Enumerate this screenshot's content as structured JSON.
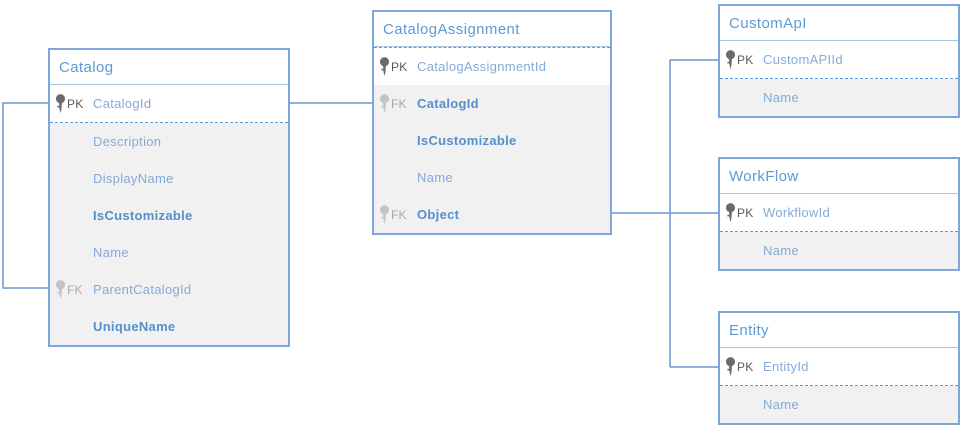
{
  "diagram": {
    "type": "entity-relationship",
    "tables": [
      {
        "title": "Catalog",
        "dashed_after": 1,
        "shade_from": 1,
        "fields": [
          {
            "key": "PK",
            "key_style": "dark",
            "name": "CatalogId",
            "bold": false
          },
          {
            "key": "",
            "key_style": "",
            "name": "Description",
            "bold": false
          },
          {
            "key": "",
            "key_style": "",
            "name": "DisplayName",
            "bold": false
          },
          {
            "key": "",
            "key_style": "",
            "name": "IsCustomizable",
            "bold": true
          },
          {
            "key": "",
            "key_style": "",
            "name": "Name",
            "bold": false
          },
          {
            "key": "FK",
            "key_style": "light",
            "name": "ParentCatalogId",
            "bold": false
          },
          {
            "key": "",
            "key_style": "",
            "name": "UniqueName",
            "bold": true
          }
        ]
      },
      {
        "title": "CatalogAssignment",
        "dashed_after": 0,
        "shade_from": 1,
        "fields": [
          {
            "key": "PK",
            "key_style": "dark",
            "name": "CatalogAssignmentId",
            "bold": false
          },
          {
            "key": "FK",
            "key_style": "light",
            "name": "CatalogId",
            "bold": true
          },
          {
            "key": "",
            "key_style": "",
            "name": "IsCustomizable",
            "bold": true
          },
          {
            "key": "",
            "key_style": "",
            "name": "Name",
            "bold": false
          },
          {
            "key": "FK",
            "key_style": "light",
            "name": "Object",
            "bold": true
          }
        ]
      },
      {
        "title": "CustomApI",
        "dashed_after": 1,
        "shade_from": 1,
        "fields": [
          {
            "key": "PK",
            "key_style": "dark",
            "name": "CustomAPIId",
            "bold": false
          },
          {
            "key": "",
            "key_style": "",
            "name": "Name",
            "bold": false
          }
        ]
      },
      {
        "title": "WorkFlow",
        "dashed_after": 1,
        "shade_from": 1,
        "fields": [
          {
            "key": "PK",
            "key_style": "dark",
            "name": "WorkflowId",
            "bold": false
          },
          {
            "key": "",
            "key_style": "",
            "name": "Name",
            "bold": false
          }
        ]
      },
      {
        "title": "Entity",
        "dashed_after": 1,
        "shade_from": 1,
        "fields": [
          {
            "key": "PK",
            "key_style": "dark",
            "name": "EntityId",
            "bold": false
          },
          {
            "key": "",
            "key_style": "",
            "name": "Name",
            "bold": false
          }
        ]
      }
    ],
    "relationships": [
      {
        "from": "Catalog.ParentCatalogId",
        "to": "Catalog.CatalogId"
      },
      {
        "from": "CatalogAssignment.CatalogId",
        "to": "Catalog.CatalogId"
      },
      {
        "from": "CatalogAssignment.Object",
        "to": "CustomApI.CustomAPIId"
      },
      {
        "from": "CatalogAssignment.Object",
        "to": "WorkFlow.WorkflowId"
      },
      {
        "from": "CatalogAssignment.Object",
        "to": "Entity.EntityId"
      }
    ],
    "colors": {
      "border": "#7da7d6",
      "title_text": "#5b9bd5",
      "field_text": "#84abd8",
      "field_text_bold": "#5590cc",
      "pk_label": "#595959",
      "fk_label": "#a9a9a9",
      "key_dark": "#6a6a6a",
      "key_light": "#c4c4c4",
      "row_shade": "#f1f1f1",
      "connector": "#6699cf",
      "dashed": "#5b9bd5"
    }
  }
}
